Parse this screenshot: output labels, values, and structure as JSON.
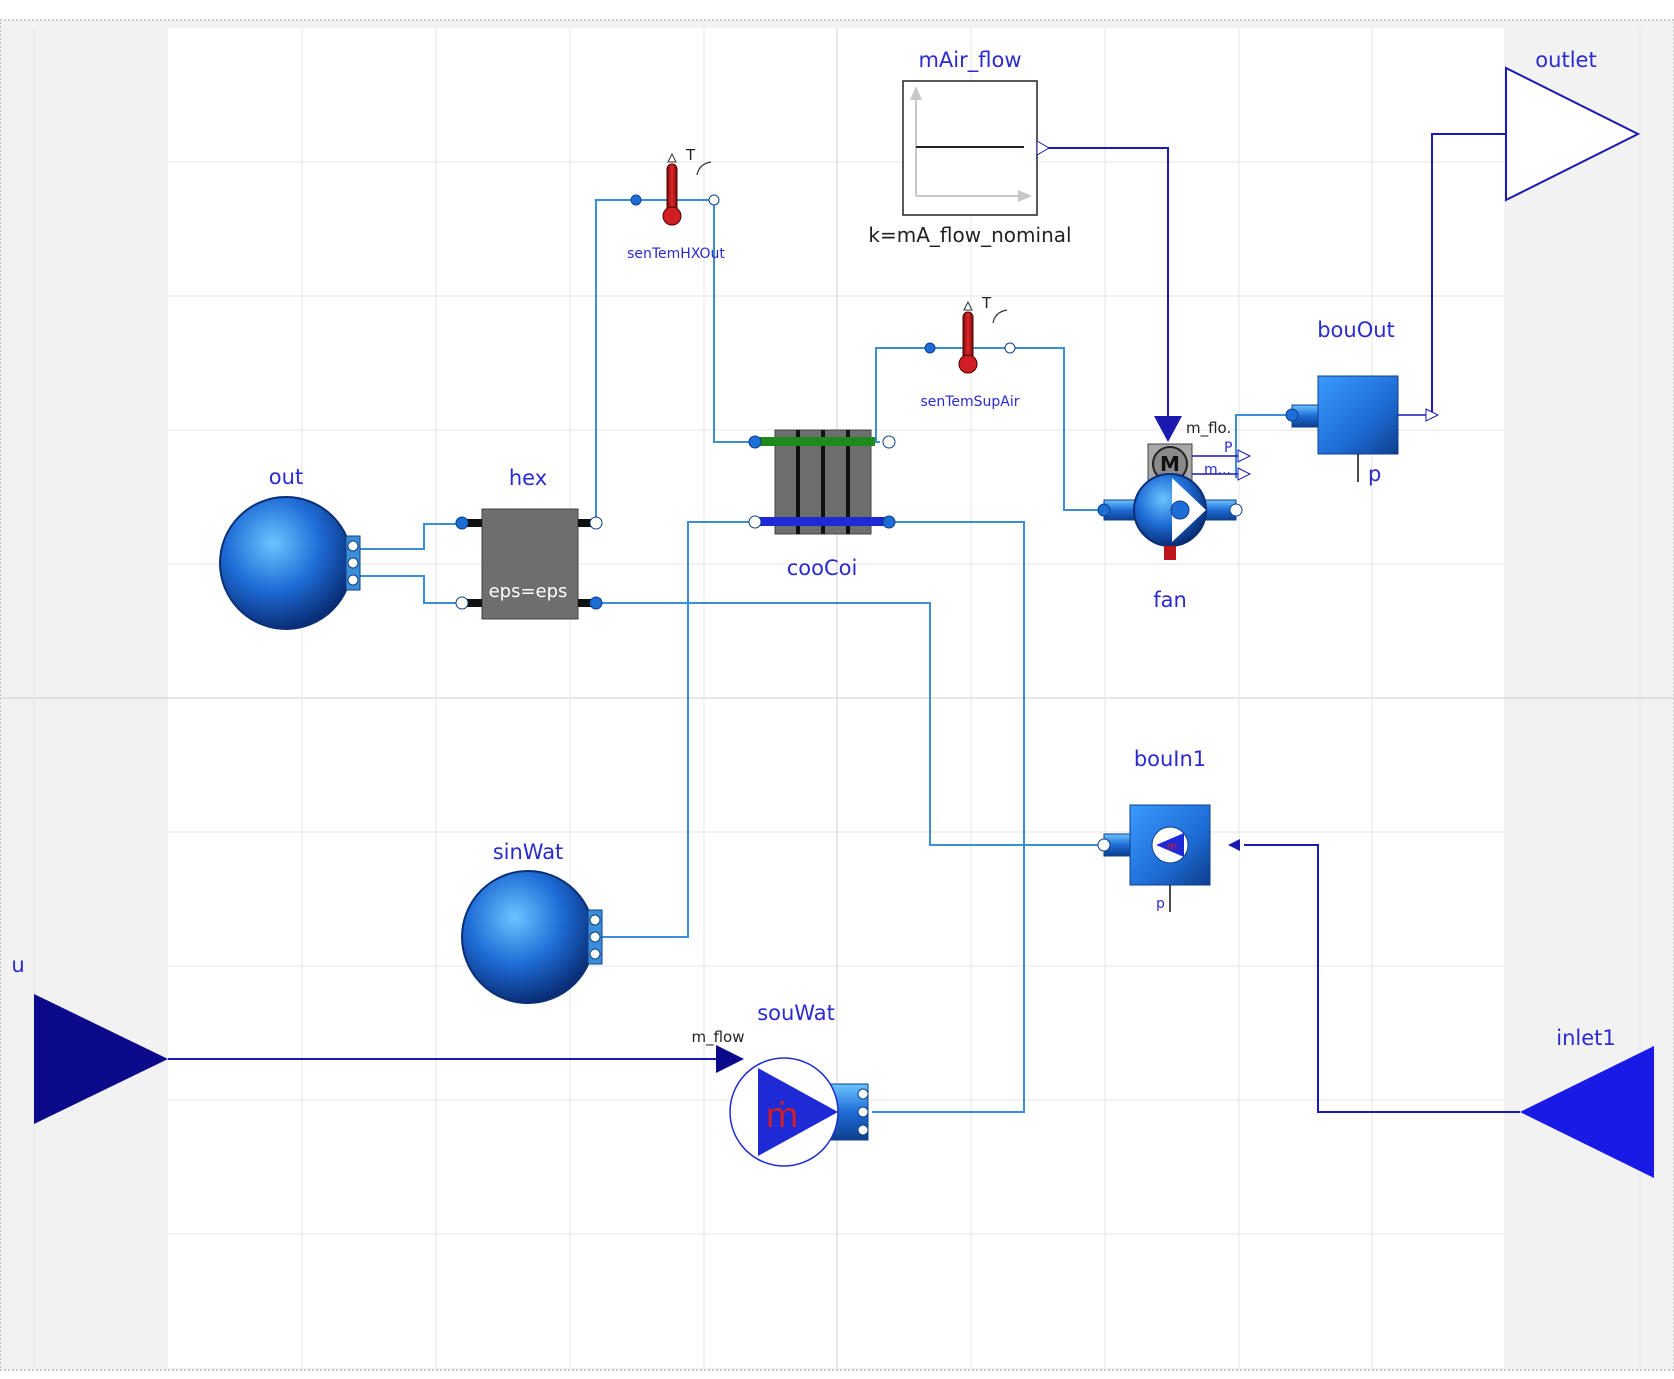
{
  "colors": {
    "label": "#2a2ad0",
    "fluid_line": "#3a8ed8",
    "signal_line": "#1a1ab0",
    "output_navy": "#0a0a8a",
    "input_blue": "#1a1ae6",
    "component_blue": "#1e6cd6",
    "water_green": "#1e8a1e",
    "heat_exchanger_gray": "#6e6e6e",
    "sensor_red": "#c0141c"
  },
  "components": {
    "out": {
      "label": "out",
      "icon": "boundary-sphere-icon"
    },
    "hex": {
      "label": "hex",
      "parameter": "eps=eps",
      "icon": "heat-exchanger-icon"
    },
    "senTemHXOut": {
      "label": "senTemHXOut",
      "icon": "thermometer-icon",
      "port_label": "T"
    },
    "cooCoi": {
      "label": "cooCoi",
      "icon": "cooling-coil-icon"
    },
    "senTemSupAir": {
      "label": "senTemSupAir",
      "icon": "thermometer-icon",
      "port_label": "T"
    },
    "mAir_flow": {
      "label": "mAir_flow",
      "parameter": "k=mA_flow_nominal",
      "icon": "constant-source-icon"
    },
    "fan": {
      "label": "fan",
      "icon": "fan-icon",
      "motor_label": "M",
      "ports": [
        "m_flo.",
        "P",
        "m..."
      ]
    },
    "bouOut": {
      "label": "bouOut",
      "port_label": "p",
      "icon": "pressure-boundary-icon"
    },
    "outlet": {
      "label": "outlet",
      "icon": "output-triangle-icon"
    },
    "bouIn1": {
      "label": "bouIn1",
      "port_label": "p",
      "icon": "pressure-boundary-icon"
    },
    "sinWat": {
      "label": "sinWat",
      "icon": "boundary-sphere-icon"
    },
    "souWat": {
      "label": "souWat",
      "port_label": "m_flow",
      "symbol": "ṁ",
      "icon": "mass-flow-source-icon"
    },
    "u": {
      "label": "u",
      "icon": "input-triangle-icon"
    },
    "inlet1": {
      "label": "inlet1",
      "icon": "input-triangle-icon"
    }
  }
}
